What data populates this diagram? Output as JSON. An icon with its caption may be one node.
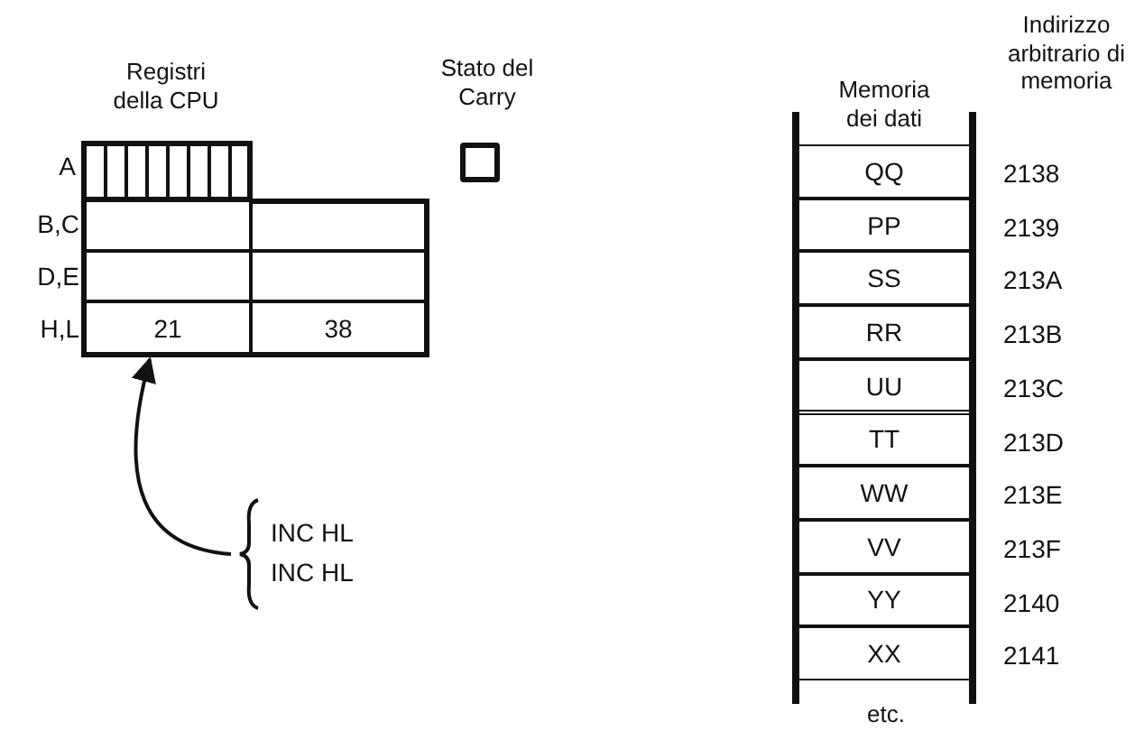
{
  "diagram": {
    "nodes": [
      {
        "text": [],
        "shape": "box"
      },
      {
        "text": [],
        "shape": "box"
      },
      {
        "text": [],
        "shape": "box"
      },
      {
        "text": [],
        "shape": "box"
      },
      {
        "text": [],
        "shape": "box"
      },
      {
        "text": [],
        "shape": "box"
      },
      {
        "text": [
          "21"
        ]
      },
      {
        "text": [
          "38"
        ]
      },
      {
        "text": [
          "INC HL",
          "INC HL"
        ]
      },
      {
        "text": [
          "QQ"
        ]
      },
      {
        "text": [
          "PP"
        ]
      },
      {
        "text": [
          "SS"
        ]
      },
      {
        "text": [
          "RR"
        ]
      },
      {
        "text": [
          "UU"
        ]
      },
      {
        "text": [
          "TT"
        ]
      },
      {
        "text": [
          "WW"
        ]
      },
      {
        "text": [
          "VV"
        ]
      },
      {
        "text": [
          "YY"
        ]
      },
      {
        "text": [
          "XX"
        ]
      }
    ],
    "edges": [
      {
        "from": 8,
        "to": 6,
        "arrow": "to"
      }
    ],
    "labels": [
      "Registri della CPU",
      "Stato del Carry",
      "Memoria dei dati",
      "Indirizzo arbitrario di memoria",
      "A",
      "B,C",
      "D,E",
      "H,L",
      "2138",
      "2139",
      "213A",
      "213B",
      "213C",
      "213D",
      "213E",
      "213F",
      "2140",
      "2141",
      "etc."
    ]
  }
}
